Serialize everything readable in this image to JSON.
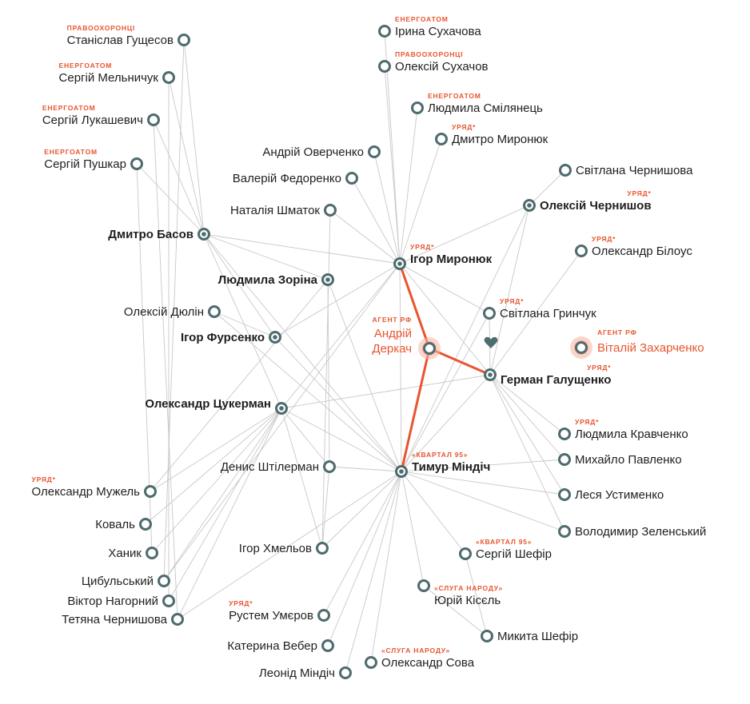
{
  "colors": {
    "node": "#4e6b6e",
    "edge": "#c8c8c8",
    "highlight": "#e8552f"
  },
  "nodes": [
    {
      "id": "gushchesov",
      "name": "Станіслав Гущесов",
      "tag": "ПРАВООХОРОНЦІ",
      "bold": false
    },
    {
      "id": "melnychuk",
      "name": "Сергій Мельничук",
      "tag": "ЕНЕРГОАТОМ",
      "bold": false
    },
    {
      "id": "lukashevych",
      "name": "Сергій Лукашевич",
      "tag": "ЕНЕРГОАТОМ",
      "bold": false
    },
    {
      "id": "pushkar",
      "name": "Сергій Пушкар",
      "tag": "ЕНЕРГОАТОМ",
      "bold": false
    },
    {
      "id": "basov",
      "name": "Дмитро Басов",
      "tag": "",
      "bold": true
    },
    {
      "id": "zorina",
      "name": "Людмила Зоріна",
      "tag": "",
      "bold": true
    },
    {
      "id": "diulin",
      "name": "Олексій Дюлін",
      "tag": "",
      "bold": false
    },
    {
      "id": "fursenko",
      "name": "Ігор Фурсенко",
      "tag": "",
      "bold": true
    },
    {
      "id": "tsukerman",
      "name": "Олександр Цукерман",
      "tag": "",
      "bold": true
    },
    {
      "id": "muzhel",
      "name": "Олександр Мужель",
      "tag": "УРЯД*",
      "bold": false
    },
    {
      "id": "koval",
      "name": "Коваль",
      "tag": "",
      "bold": false
    },
    {
      "id": "khanyk",
      "name": "Ханик",
      "tag": "",
      "bold": false
    },
    {
      "id": "tsybulskyi",
      "name": "Цибульський",
      "tag": "",
      "bold": false
    },
    {
      "id": "nahornyi",
      "name": "Віктор Нагорний",
      "tag": "",
      "bold": false
    },
    {
      "id": "chernyshova_t",
      "name": "Тетяна Чернишова",
      "tag": "",
      "bold": false
    },
    {
      "id": "sukhachova",
      "name": "Ірина Сухачова",
      "tag": "ЕНЕРГОАТОМ",
      "bold": false
    },
    {
      "id": "sukhachov",
      "name": "Олексій Сухачов",
      "tag": "ПРАВООХОРОНЦІ",
      "bold": false
    },
    {
      "id": "smilianets",
      "name": "Людмила Смілянець",
      "tag": "ЕНЕРГОАТОМ",
      "bold": false
    },
    {
      "id": "myroniuk_d",
      "name": "Дмитро Миронюк",
      "tag": "УРЯД*",
      "bold": false
    },
    {
      "id": "overchenko",
      "name": "Андрій Оверченко",
      "tag": "",
      "bold": false
    },
    {
      "id": "fedorenko",
      "name": "Валерій Федоренко",
      "tag": "",
      "bold": false
    },
    {
      "id": "shmatok",
      "name": "Наталія Шматок",
      "tag": "",
      "bold": false
    },
    {
      "id": "myroniuk_i",
      "name": "Ігор Миронюк",
      "tag": "УРЯД*",
      "bold": true
    },
    {
      "id": "chernyshova_s",
      "name": "Світлана Чернишова",
      "tag": "",
      "bold": false
    },
    {
      "id": "chernyshov",
      "name": "Олексій Чернишов",
      "tag": "УРЯД*",
      "bold": true
    },
    {
      "id": "bilous",
      "name": "Олександр Білоус",
      "tag": "УРЯД*",
      "bold": false
    },
    {
      "id": "hrynchuk",
      "name": "Світлана Гринчук",
      "tag": "УРЯД*",
      "bold": false
    },
    {
      "id": "derkach",
      "name": "Андрій Деркач",
      "tag": "АГЕНТ РФ",
      "bold": false,
      "red": true
    },
    {
      "id": "zakharchenko",
      "name": "Віталій Захарченко",
      "tag": "АГЕНТ РФ",
      "bold": false,
      "red": true
    },
    {
      "id": "halushchenko",
      "name": "Герман Галущенко",
      "tag": "УРЯД*",
      "bold": true
    },
    {
      "id": "shtilerman",
      "name": "Денис Штілерман",
      "tag": "",
      "bold": false
    },
    {
      "id": "mindich_t",
      "name": "Тимур Міндіч",
      "tag": "«КВАРТАЛ 95»",
      "bold": true
    },
    {
      "id": "kravchenko",
      "name": "Людмила Кравченко",
      "tag": "УРЯД*",
      "bold": false
    },
    {
      "id": "pavlenko",
      "name": "Михайло Павленко",
      "tag": "",
      "bold": false
    },
    {
      "id": "ustymenko",
      "name": "Леся Устименко",
      "tag": "",
      "bold": false
    },
    {
      "id": "zelenskyi",
      "name": "Володимир Зеленський",
      "tag": "",
      "bold": false
    },
    {
      "id": "khmelov",
      "name": "Ігор Хмельов",
      "tag": "",
      "bold": false
    },
    {
      "id": "shefir_s",
      "name": "Сергій Шефір",
      "tag": "«КВАРТАЛ 95»",
      "bold": false
    },
    {
      "id": "kisel",
      "name": "Юрій Кісєль",
      "tag": "«СЛУГА НАРОДУ»",
      "bold": false
    },
    {
      "id": "umierov",
      "name": "Рустем Умєров",
      "tag": "УРЯД*",
      "bold": false
    },
    {
      "id": "shefir_m",
      "name": "Микита Шефір",
      "tag": "",
      "bold": false
    },
    {
      "id": "veber",
      "name": "Катерина Вебер",
      "tag": "",
      "bold": false
    },
    {
      "id": "sova",
      "name": "Олександр Сова",
      "tag": "«СЛУГА НАРОДУ»",
      "bold": false
    },
    {
      "id": "mindich_l",
      "name": "Леонід Міндіч",
      "tag": "",
      "bold": false
    }
  ],
  "edges": [
    [
      "gushchesov",
      "basov"
    ],
    [
      "melnychuk",
      "basov"
    ],
    [
      "lukashevych",
      "basov"
    ],
    [
      "pushkar",
      "basov"
    ],
    [
      "basov",
      "myroniuk_i"
    ],
    [
      "basov",
      "mindich_t"
    ],
    [
      "basov",
      "tsukerman"
    ],
    [
      "basov",
      "fursenko"
    ],
    [
      "basov",
      "zorina"
    ],
    [
      "gushchesov",
      "tsybulskyi"
    ],
    [
      "melnychuk",
      "nahornyi"
    ],
    [
      "lukashevych",
      "chernyshova_t"
    ],
    [
      "pushkar",
      "khanyk"
    ],
    [
      "sukhachova",
      "myroniuk_i"
    ],
    [
      "sukhachov",
      "myroniuk_i"
    ],
    [
      "smilianets",
      "myroniuk_i"
    ],
    [
      "myroniuk_d",
      "myroniuk_i"
    ],
    [
      "overchenko",
      "myroniuk_i"
    ],
    [
      "fedorenko",
      "myroniuk_i"
    ],
    [
      "shmatok",
      "myroniuk_i"
    ],
    [
      "myroniuk_i",
      "chernyshov"
    ],
    [
      "myroniuk_i",
      "fursenko"
    ],
    [
      "myroniuk_i",
      "tsukerman"
    ],
    [
      "myroniuk_i",
      "hrynchuk"
    ],
    [
      "myroniuk_i",
      "mindich_t"
    ],
    [
      "myroniuk_i",
      "halushchenko"
    ],
    [
      "chernyshova_s",
      "chernyshov"
    ],
    [
      "chernyshov",
      "mindich_t"
    ],
    [
      "chernyshov",
      "halushchenko"
    ],
    [
      "bilous",
      "halushchenko"
    ],
    [
      "hrynchuk",
      "halushchenko"
    ],
    [
      "hrynchuk",
      "mindich_t"
    ],
    [
      "halushchenko",
      "kravchenko"
    ],
    [
      "halushchenko",
      "pavlenko"
    ],
    [
      "halushchenko",
      "ustymenko"
    ],
    [
      "halushchenko",
      "zelenskyi"
    ],
    [
      "halushchenko",
      "tsukerman"
    ],
    [
      "halushchenko",
      "mindich_t"
    ],
    [
      "tsukerman",
      "muzhel"
    ],
    [
      "tsukerman",
      "koval"
    ],
    [
      "tsukerman",
      "khanyk"
    ],
    [
      "tsukerman",
      "tsybulskyi"
    ],
    [
      "tsukerman",
      "nahornyi"
    ],
    [
      "tsukerman",
      "chernyshova_t"
    ],
    [
      "tsukerman",
      "shtilerman"
    ],
    [
      "tsukerman",
      "khmelov"
    ],
    [
      "tsukerman",
      "mindich_t"
    ],
    [
      "fursenko",
      "mindich_t"
    ],
    [
      "fursenko",
      "diulin"
    ],
    [
      "zorina",
      "mindich_t"
    ],
    [
      "zorina",
      "shtilerman"
    ],
    [
      "shmatok",
      "khmelov"
    ],
    [
      "diulin",
      "mindich_t"
    ],
    [
      "zorina",
      "muzhel"
    ],
    [
      "mindich_t",
      "shtilerman"
    ],
    [
      "mindich_t",
      "khmelov"
    ],
    [
      "mindich_t",
      "ustymenko"
    ],
    [
      "mindich_t",
      "zelenskyi"
    ],
    [
      "mindich_t",
      "shefir_s"
    ],
    [
      "mindich_t",
      "kisel"
    ],
    [
      "mindich_t",
      "umierov"
    ],
    [
      "mindich_t",
      "veber"
    ],
    [
      "mindich_t",
      "sova"
    ],
    [
      "mindich_t",
      "mindich_l"
    ],
    [
      "mindich_t",
      "pavlenko"
    ],
    [
      "mindich_t",
      "chernyshova_t"
    ],
    [
      "shefir_s",
      "shefir_m"
    ],
    [
      "kisel",
      "shefir_m"
    ],
    [
      "shtilerman",
      "khmelov"
    ],
    [
      "myroniuk_i",
      "tsybulskyi"
    ]
  ],
  "red_edges": [
    [
      "derkach",
      "myroniuk_i"
    ],
    [
      "derkach",
      "halushchenko"
    ],
    [
      "derkach",
      "mindich_t"
    ]
  ],
  "heart_icon": "heart-icon"
}
